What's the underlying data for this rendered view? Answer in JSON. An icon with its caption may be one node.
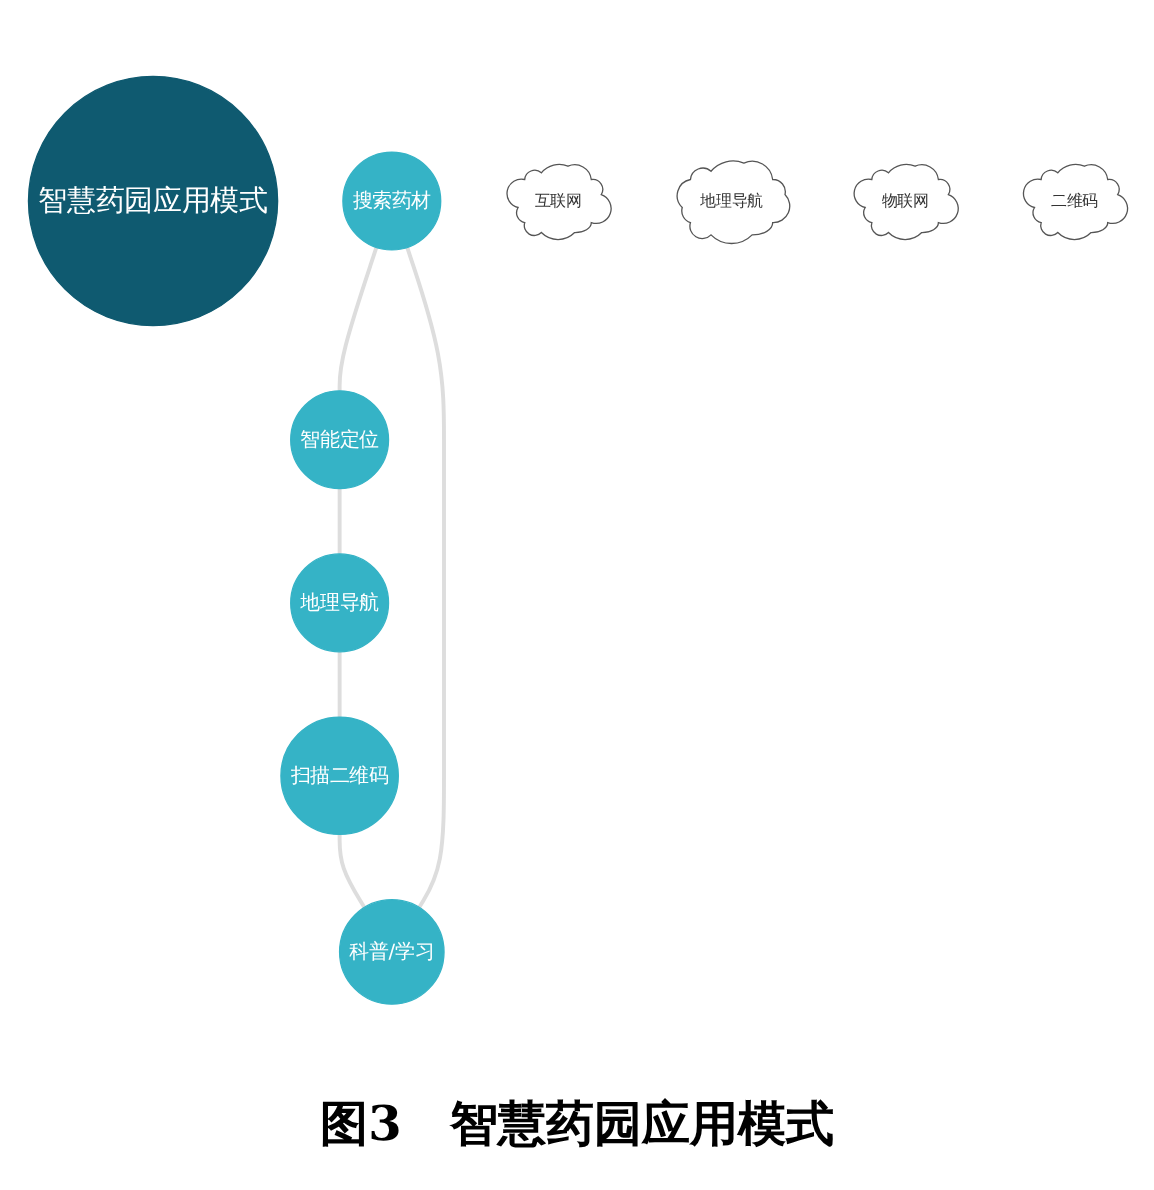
{
  "diagram": {
    "caption": "图3　智慧药园应用模式",
    "nodes": [
      {
        "text": [
          "智慧药园应用模式"
        ]
      },
      {
        "text": [
          "搜索药材"
        ]
      },
      {
        "text": [
          "智能定位"
        ]
      },
      {
        "text": [
          "地理导航"
        ]
      },
      {
        "text": [
          "扫描二维码"
        ]
      },
      {
        "text": [
          "科普/学习"
        ]
      },
      {
        "text": [
          "互联网"
        ]
      },
      {
        "text": [
          "地理导航"
        ]
      },
      {
        "text": [
          "物联网"
        ]
      },
      {
        "text": [
          "二维码"
        ]
      }
    ],
    "edges": [
      {
        "from": 1,
        "to": 2,
        "arrow": "none",
        "color": "#dddddd"
      },
      {
        "from": 2,
        "to": 3,
        "arrow": "none",
        "color": "#dddddd"
      },
      {
        "from": 3,
        "to": 4,
        "arrow": "none",
        "color": "#dddddd"
      },
      {
        "from": 4,
        "to": 5,
        "arrow": "none",
        "color": "#dddddd"
      },
      {
        "from": 5,
        "to": 1,
        "arrow": "none",
        "color": "#dddddd"
      }
    ]
  }
}
